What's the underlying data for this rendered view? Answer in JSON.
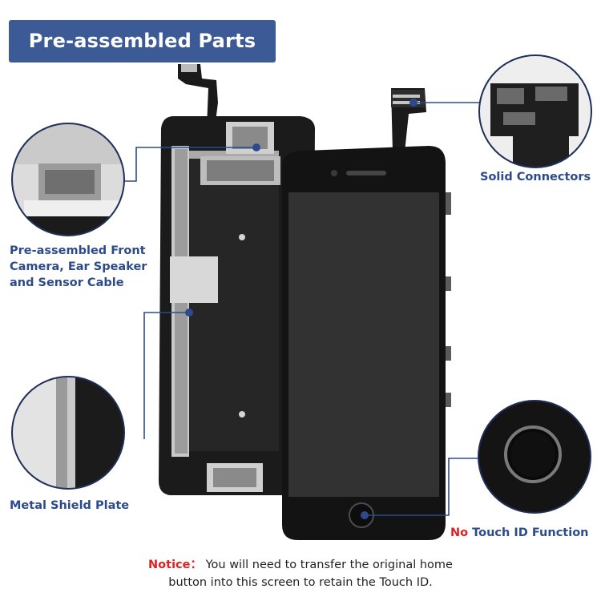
{
  "banner": {
    "title": "Pre-assembled Parts"
  },
  "labels": {
    "solid_connectors": "Solid Connectors",
    "front_camera_line1": "Pre-assembled Front",
    "front_camera_line2": "Camera, Ear Speaker",
    "front_camera_line3": "and Sensor Cable",
    "metal_shield": "Metal Shield Plate",
    "no_word": "No",
    "touch_id": "Touch ID Function"
  },
  "notice": {
    "prefix": "Notice：",
    "line1": "You will need to transfer the original home",
    "line2": "button into this screen to retain the Touch ID."
  },
  "colors": {
    "accent": "#3c5a96",
    "label": "#2d4b8c",
    "warning": "#e02020"
  }
}
